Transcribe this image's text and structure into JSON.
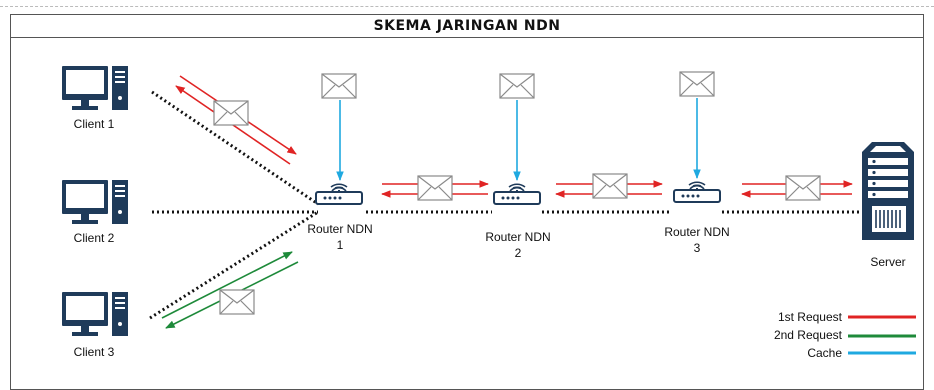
{
  "title": "SKEMA JARINGAN NDN",
  "clients": [
    {
      "label": "Client 1"
    },
    {
      "label": "Client 2"
    },
    {
      "label": "Client 3"
    }
  ],
  "routers": [
    {
      "label_line1": "Router NDN",
      "label_line2": "1"
    },
    {
      "label_line1": "Router NDN",
      "label_line2": "2"
    },
    {
      "label_line1": "Router NDN",
      "label_line2": "3"
    }
  ],
  "server": {
    "label": "Server"
  },
  "legend": [
    {
      "label": "1st Request",
      "color": "#e02424"
    },
    {
      "label": "2nd Request",
      "color": "#1e8a3a"
    },
    {
      "label": "Cache",
      "color": "#1fa9e0"
    }
  ],
  "colors": {
    "link": "#111111",
    "envelope": "#8a8a8a",
    "device": "#1f3b5a"
  }
}
